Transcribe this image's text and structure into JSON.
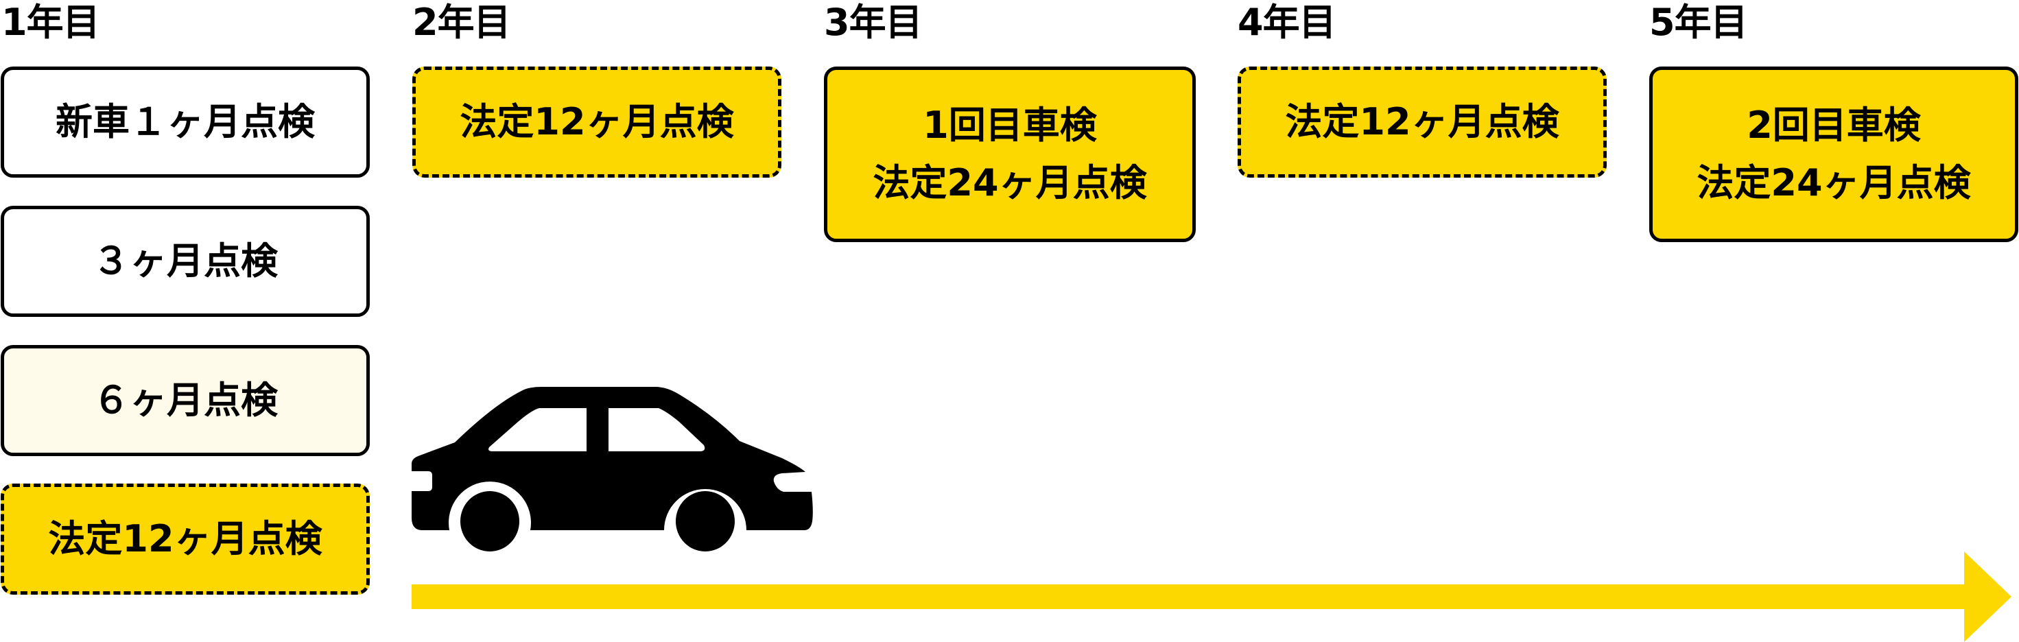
{
  "colors": {
    "accent_yellow": "#FDD800",
    "pale_yellow": "#FFFBEA",
    "white": "#FFFFFF",
    "ink": "#000000"
  },
  "columns": [
    {
      "year_label": "1年目",
      "items": [
        {
          "lines": [
            "新車１ヶ月点検"
          ],
          "style": "solid",
          "fill": "white"
        },
        {
          "lines": [
            "３ヶ月点検"
          ],
          "style": "solid",
          "fill": "white"
        },
        {
          "lines": [
            "６ヶ月点検"
          ],
          "style": "solid",
          "fill": "pale_yellow"
        },
        {
          "lines": [
            "法定12ヶ月点検"
          ],
          "style": "dashed",
          "fill": "accent_yellow"
        }
      ]
    },
    {
      "year_label": "2年目",
      "items": [
        {
          "lines": [
            "法定12ヶ月点検"
          ],
          "style": "dashed",
          "fill": "accent_yellow"
        }
      ]
    },
    {
      "year_label": "3年目",
      "items": [
        {
          "lines": [
            "1回目車検",
            "法定24ヶ月点検"
          ],
          "style": "solid",
          "fill": "accent_yellow"
        }
      ]
    },
    {
      "year_label": "4年目",
      "items": [
        {
          "lines": [
            "法定12ヶ月点検"
          ],
          "style": "dashed",
          "fill": "accent_yellow"
        }
      ]
    },
    {
      "year_label": "5年目",
      "items": [
        {
          "lines": [
            "2回目車検",
            "法定24ヶ月点検"
          ],
          "style": "solid",
          "fill": "accent_yellow"
        }
      ]
    }
  ],
  "icons": {
    "car": "car-icon",
    "timeline_arrow": "arrow-right-icon"
  }
}
